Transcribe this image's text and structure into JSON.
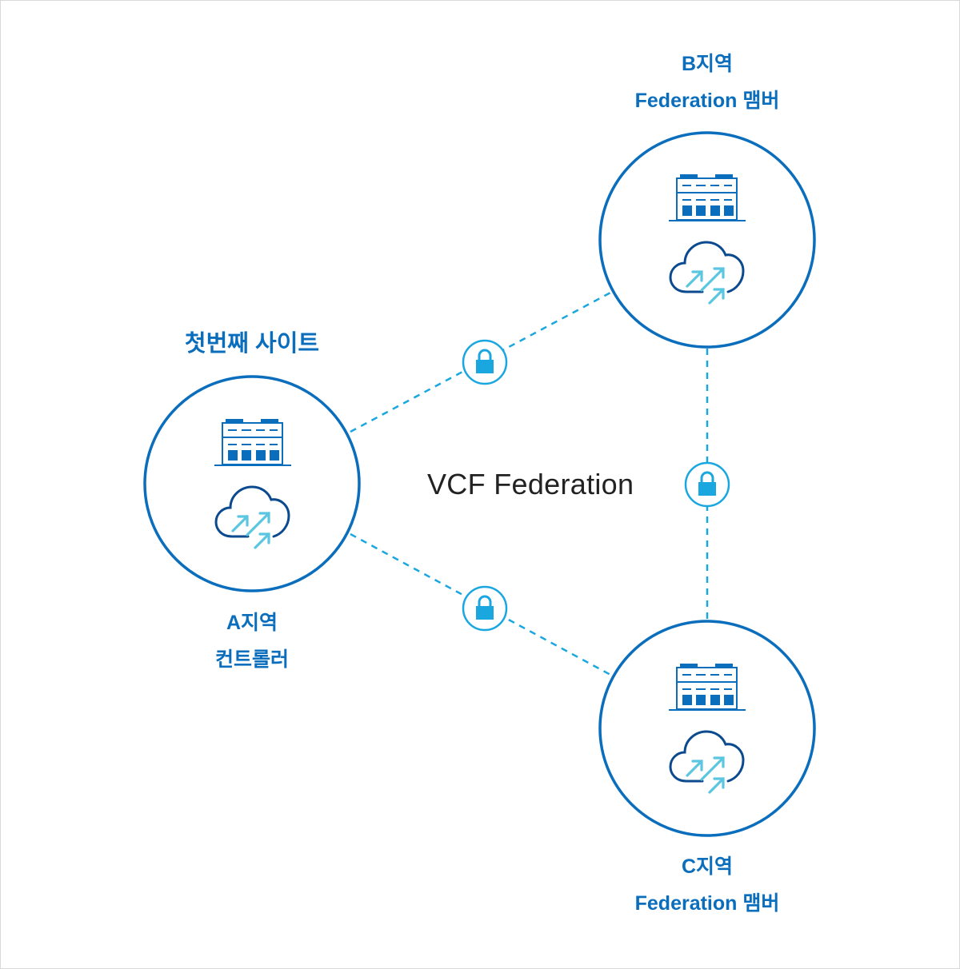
{
  "diagram": {
    "title": "VCF Federation",
    "colors": {
      "circle_stroke": "#0a6ebd",
      "link_dashed": "#1aa7e0",
      "lock": "#1aa7e0",
      "label_text": "#0a6ebd",
      "title_text": "#222222",
      "building": "#0a6ebd",
      "cloud_outline": "#0b4a8f",
      "arrows": "#5bc6e0"
    },
    "nodes": [
      {
        "id": "A",
        "site_label": "첫번째 사이트",
        "region_label": "A지역",
        "role_label": "컨트롤러",
        "icons": [
          "building-icon",
          "cloud-migration-icon"
        ]
      },
      {
        "id": "B",
        "region_label": "B지역",
        "role_label": "Federation 맴버",
        "icons": [
          "building-icon",
          "cloud-migration-icon"
        ]
      },
      {
        "id": "C",
        "region_label": "C지역",
        "role_label": "Federation 맴버",
        "icons": [
          "building-icon",
          "cloud-migration-icon"
        ]
      }
    ],
    "links": [
      {
        "from": "A",
        "to": "B",
        "style": "dashed",
        "secured": true,
        "icon": "lock-icon"
      },
      {
        "from": "B",
        "to": "C",
        "style": "dashed",
        "secured": true,
        "icon": "lock-icon"
      },
      {
        "from": "A",
        "to": "C",
        "style": "dashed",
        "secured": true,
        "icon": "lock-icon"
      }
    ]
  }
}
